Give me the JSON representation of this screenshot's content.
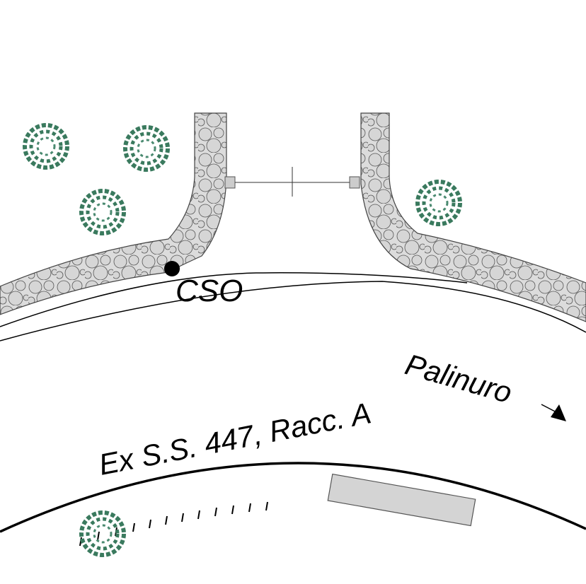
{
  "labels": {
    "cso": "CSO",
    "palinuro": "Palinuro",
    "road": "Ex S.S. 447, Racc. A"
  },
  "colors": {
    "stone_fill": "#d9d9d9",
    "stone_stroke": "#555555",
    "tree": "#3a7a5e",
    "building": "#d4d4d4"
  },
  "icons": {
    "tree": "tree-icon",
    "arrow": "arrow-icon",
    "outfall": "outfall-point-icon"
  }
}
